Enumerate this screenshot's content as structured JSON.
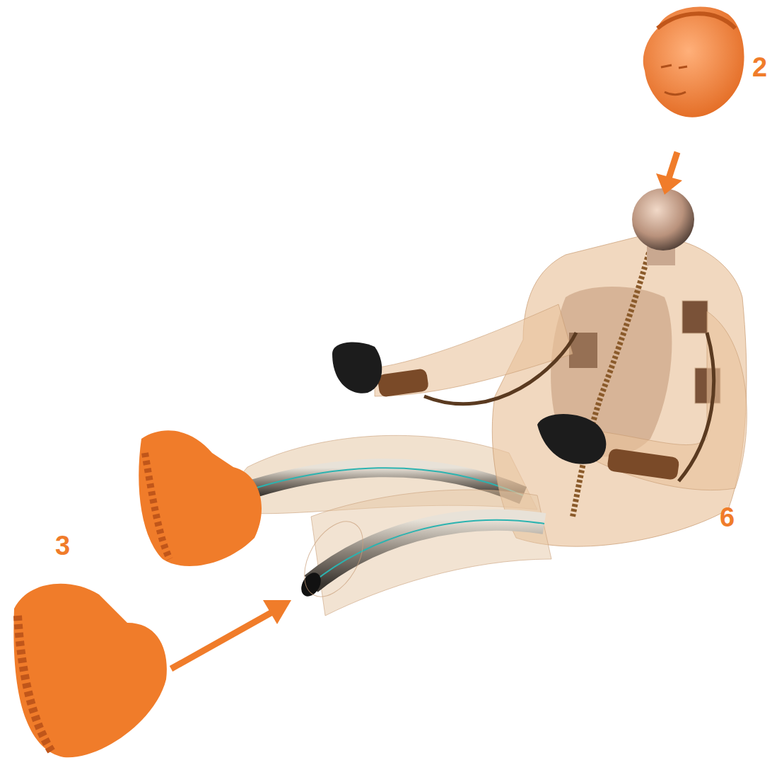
{
  "diagram": {
    "labels": [
      "2",
      "3",
      "6"
    ]
  }
}
